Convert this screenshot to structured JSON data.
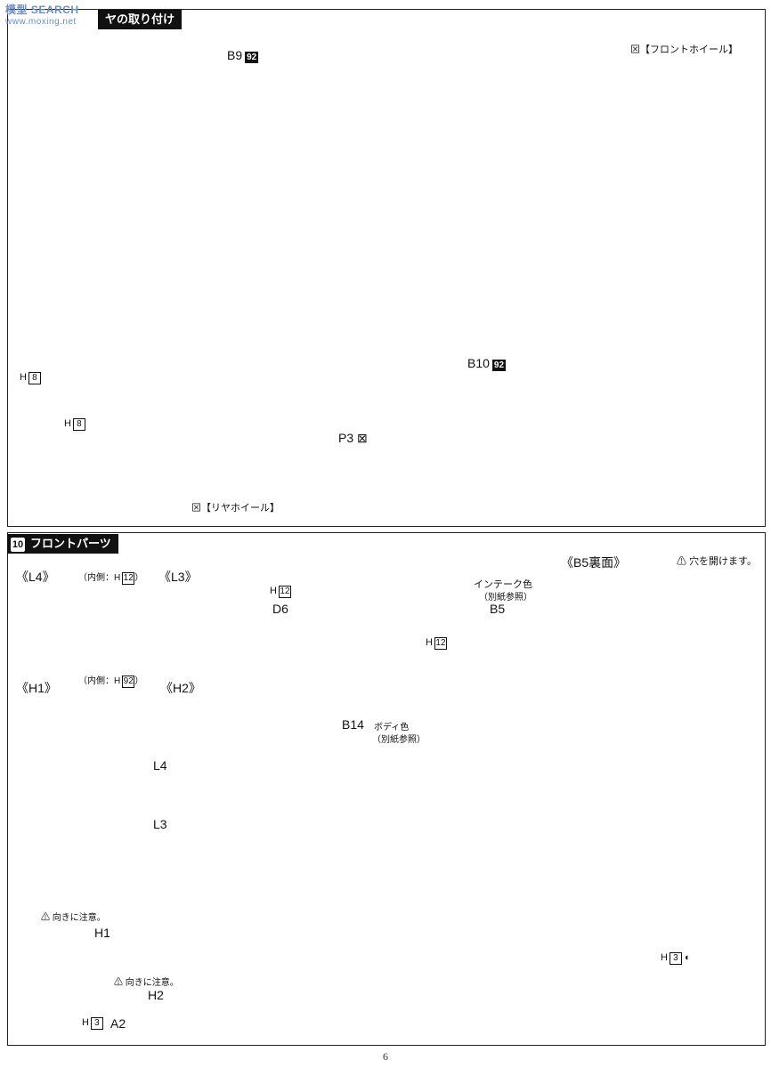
{
  "watermark": {
    "site": "模型 SEARCH",
    "sub": "www.moxing.net"
  },
  "step9": {
    "title": "ヤの取り付け",
    "front_wheel": "【フロントホイール】",
    "rear_wheel": "【リヤホイール】",
    "parts": {
      "b9": "B9",
      "b9_color": "92",
      "b10": "B10",
      "b10_color": "92",
      "p3": "P3",
      "h8a": "H",
      "h8a_num": "8",
      "h8b": "H",
      "h8b_num": "8"
    }
  },
  "step10": {
    "num": "10",
    "title": "フロントパーツ",
    "l4_label": "《L4》",
    "l3_label": "《L3》",
    "inner_note_l": "（内側：H",
    "inner_note_l_num": "12",
    "inner_note_l_end": "）",
    "h1_label": "《H1》",
    "h2_label": "《H2》",
    "inner_note_h": "（内側：H",
    "inner_note_h_num": "92",
    "inner_note_h_end": "）",
    "b5_back": "《B5裏面》",
    "drill_note": "穴を開けます。",
    "intake_color": "インテーク色",
    "intake_sub": "（別紙参照）",
    "b5": "B5",
    "h12_b5": "H",
    "h12_b5_num": "12",
    "h12_d6": "H",
    "h12_d6_num": "12",
    "d6": "D6",
    "b14": "B14",
    "body_color": "ボディ色",
    "body_sub": "（別紙参照）",
    "l4": "L4",
    "l3": "L3",
    "caution1": "向きに注意。",
    "h1": "H1",
    "caution2": "向きに注意。",
    "h2": "H2",
    "h3_a2": "H",
    "h3_a2_num": "3",
    "a2": "A2",
    "h3_door": "H",
    "h3_door_num": "3"
  },
  "page_number": "6"
}
